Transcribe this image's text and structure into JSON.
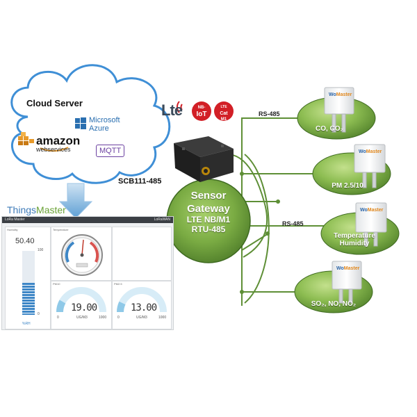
{
  "cloud": {
    "title": "Cloud Server",
    "azure_line1": "Microsoft",
    "azure_line2": "Azure",
    "amazon_main": "amazon",
    "amazon_sub": "webservices",
    "mqtt": "MQTT"
  },
  "brand": {
    "part1": "Things",
    "part2": "Master"
  },
  "model": "SCB111-485",
  "lte": {
    "logo": "Lte",
    "badges": [
      [
        "NB-",
        "IoT"
      ],
      [
        "LTE",
        "Cat",
        "M1"
      ]
    ]
  },
  "gateway": {
    "line1": "Sensor",
    "line2": "Gateway",
    "line3": "LTE NB/M1",
    "line4": "RTU-485"
  },
  "rs485": "RS-485",
  "sensors": [
    {
      "brand": "WoMaster",
      "label": "CO, CO₂"
    },
    {
      "brand": "WoMaster",
      "label": "PM 2.5/10"
    },
    {
      "brand": "WoMaster",
      "label": "Temperature Humidity"
    },
    {
      "brand": "WoMaster",
      "label": "SO₂, NO, NO₂"
    }
  ],
  "dashboard": {
    "header_left": "LoRa Master",
    "header_right": "LoRaWAN",
    "humidity": {
      "title": "Humidity",
      "value": "50.40",
      "max": "100",
      "min": "0",
      "unit": "%RH",
      "level": 0.504
    },
    "temperature": {
      "title": "Temperature"
    },
    "pm10": {
      "title": "PM10",
      "value": "19.00",
      "unit": "UG/M3",
      "min": "0",
      "max": "1000"
    },
    "pm25": {
      "title": "PM2.5",
      "value": "13.00",
      "unit": "UG/M3",
      "min": "0",
      "max": "1000"
    }
  },
  "colors": {
    "green_dark": "#4f7d2a",
    "green_light": "#a9d36e",
    "line": "#5e8f36",
    "blue_brand": "#3e7bb8"
  }
}
